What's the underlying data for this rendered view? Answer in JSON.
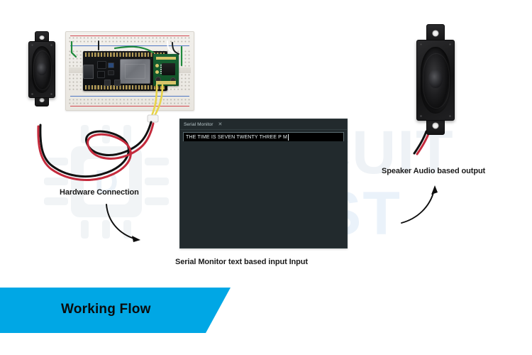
{
  "page": {
    "background_color": "#ffffff",
    "watermark": {
      "fragment_left": "CUIT",
      "fragment_right": "ST",
      "color": "#eef2f6",
      "logo_name": "circuit-chip-logo"
    }
  },
  "hardware": {
    "caption": "Hardware Connection",
    "breadboard": {
      "name": "solderless-breadboard",
      "rail_positive_color": "#d24a52",
      "rail_negative_color": "#4f77c4"
    },
    "esp32": {
      "name": "esp32-devkit-board",
      "shield_label": "",
      "pcb_color": "#17181a"
    },
    "amplifier": {
      "name": "audio-amplifier-module",
      "pcb_color": "#186234"
    },
    "speaker_left": {
      "name": "speaker-left",
      "wire_positive_color": "#c42a3c",
      "wire_negative_color": "#111111"
    },
    "jumper_wires": [
      {
        "color": "#1f8a3c",
        "label": "green"
      },
      {
        "color": "#e8d44a",
        "label": "yellow"
      },
      {
        "color": "#111111",
        "label": "black"
      },
      {
        "color": "#ffffff",
        "label": "white"
      }
    ]
  },
  "serial_monitor": {
    "tab_label": "Serial Monitor",
    "close_icon": "close-icon",
    "input_value": "THE TIME IS SEVEN TWENTY THREE P M",
    "input_placeholder": "",
    "panel_background": "#222a2d",
    "input_background": "#000000",
    "caption": "Serial Monitor text based input Input"
  },
  "speaker_output": {
    "caption": "Speaker Audio based output",
    "name": "speaker-right",
    "wire_positive_color": "#c42a3c",
    "wire_negative_color": "#111111"
  },
  "arrows": {
    "hardware_arrow": "curved-arrow-down-right",
    "speaker_arrow": "curved-arrow-up-right"
  },
  "banner": {
    "label": "Working Flow",
    "fill_color": "#00a7e5",
    "text_color": "#0b0b0b"
  }
}
